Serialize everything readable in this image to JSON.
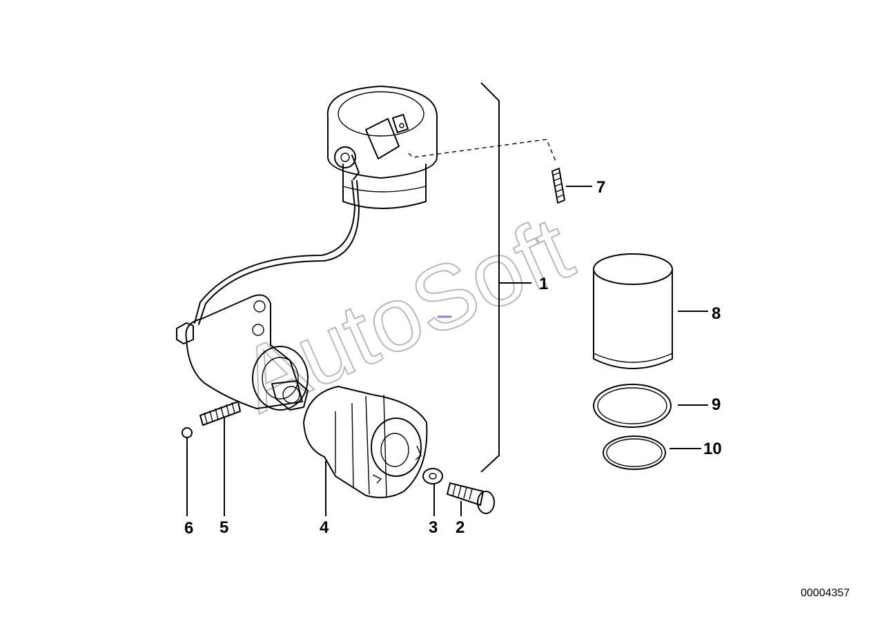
{
  "watermark": "AutoSoft",
  "document_id": "00004357",
  "callouts": {
    "p1": "1",
    "p2": "2",
    "p3": "3",
    "p4": "4",
    "p5": "5",
    "p6": "6",
    "p7": "7",
    "p8": "8",
    "p9": "9",
    "p10": "10"
  },
  "colors": {
    "line": "#000000",
    "watermark": "#b8b8b8",
    "marker": "#8080ff"
  }
}
